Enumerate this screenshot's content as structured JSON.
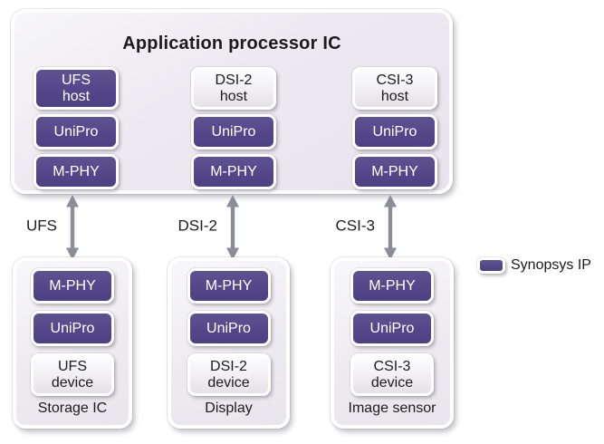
{
  "processor": {
    "title": "Application processor IC",
    "stacks": [
      {
        "chips": [
          {
            "label": "UFS\nhost",
            "synopsys_ip": true
          },
          {
            "label": "UniPro",
            "synopsys_ip": true
          },
          {
            "label": "M-PHY",
            "synopsys_ip": true
          }
        ]
      },
      {
        "chips": [
          {
            "label": "DSI-2\nhost",
            "synopsys_ip": false
          },
          {
            "label": "UniPro",
            "synopsys_ip": true
          },
          {
            "label": "M-PHY",
            "synopsys_ip": true
          }
        ]
      },
      {
        "chips": [
          {
            "label": "CSI-3\nhost",
            "synopsys_ip": false
          },
          {
            "label": "UniPro",
            "synopsys_ip": true
          },
          {
            "label": "M-PHY",
            "synopsys_ip": true
          }
        ]
      }
    ]
  },
  "links": [
    {
      "label": "UFS"
    },
    {
      "label": "DSI-2"
    },
    {
      "label": "CSI-3"
    }
  ],
  "devices": [
    {
      "name": "Storage IC",
      "chips": [
        {
          "label": "M-PHY",
          "synopsys_ip": true
        },
        {
          "label": "UniPro",
          "synopsys_ip": true
        },
        {
          "label": "UFS\ndevice",
          "synopsys_ip": false
        }
      ]
    },
    {
      "name": "Display",
      "chips": [
        {
          "label": "M-PHY",
          "synopsys_ip": true
        },
        {
          "label": "UniPro",
          "synopsys_ip": true
        },
        {
          "label": "DSI-2\ndevice",
          "synopsys_ip": false
        }
      ]
    },
    {
      "name": "Image sensor",
      "chips": [
        {
          "label": "M-PHY",
          "synopsys_ip": true
        },
        {
          "label": "UniPro",
          "synopsys_ip": true
        },
        {
          "label": "CSI-3\ndevice",
          "synopsys_ip": false
        }
      ]
    }
  ],
  "legend": {
    "label": "Synopsys IP"
  },
  "colors": {
    "synopsys_ip_purple": "#54488b",
    "plain_chip_light": "#eceaef",
    "arrow_gray": "#8b8e9a",
    "text_dark": "#1b1b1d"
  }
}
